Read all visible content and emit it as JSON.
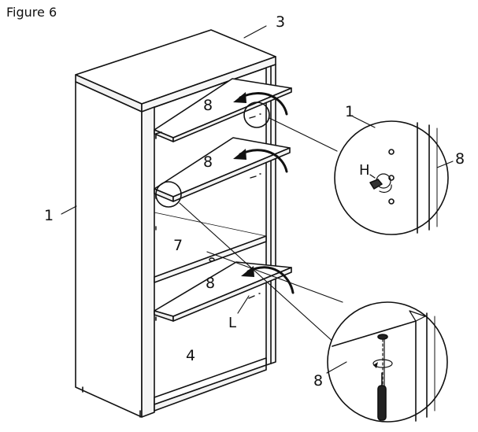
{
  "figure_title": "Figure 6",
  "labels": {
    "top_panel": "3",
    "side_panel": "1",
    "shelf_upper": "8",
    "shelf_second": "8",
    "fixed_shelf": "7",
    "shelf_lower": "8",
    "bottom_panel": "4",
    "pin_l": "L",
    "detail_top_side": "1",
    "detail_top_hardware": "H",
    "detail_top_shelf": "8",
    "detail_bottom_shelf": "8"
  }
}
